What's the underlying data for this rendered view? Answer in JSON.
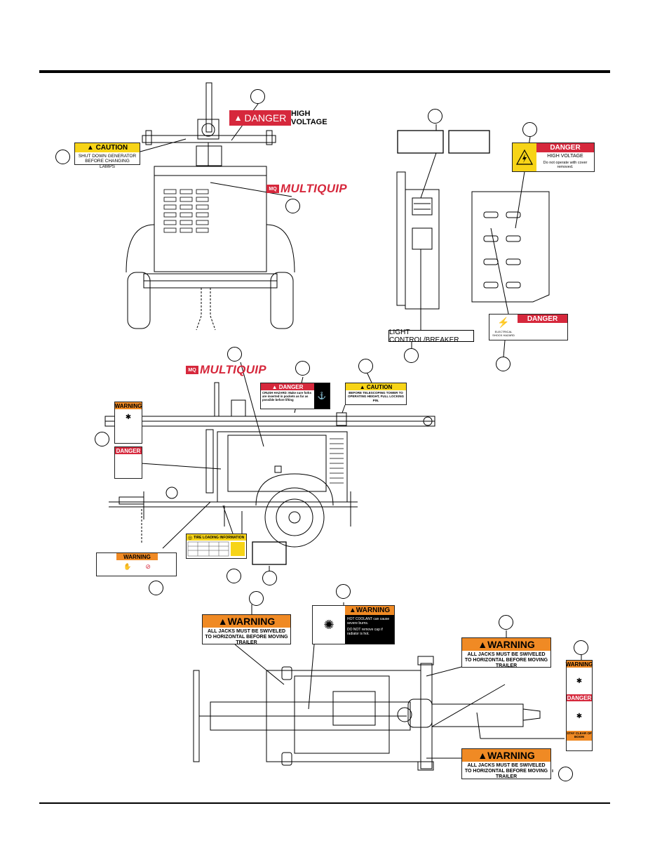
{
  "labels": {
    "danger_high_voltage_word": "DANGER",
    "danger_high_voltage_text": "HIGH VOLTAGE",
    "caution_shutdown_hdr": "CAUTION",
    "caution_shutdown_body": "SHUT DOWN GENERATOR BEFORE CHANGING LAMPS",
    "brand_mark": "MQ",
    "brand_name": "MULTIQUIP",
    "danger_cover_hdr": "DANGER",
    "danger_cover_title": "HIGH VOLTAGE",
    "danger_cover_body": "Do not operate with cover removed.",
    "light_control": "LIGHT CONTROL/BREAKER",
    "danger_shock_hdr": "DANGER",
    "danger_shock_caption": "ELECTRICAL SHOCK HAZARD",
    "danger_crush_hdr": "DANGER",
    "danger_crush_body": "CRUSH HAZARD: Make sure forks are inserted in pockets as far as possible before lifting",
    "caution_tower_hdr": "CAUTION",
    "caution_tower_body": "BEFORE TELESCOPING TOWER TO OPERATING HEIGHT, FULL LOCKING PIN.",
    "warning_small_hdr": "WARNING",
    "danger_small_hdr": "DANGER",
    "tire_loading_title": "TIRE LOADING INFORMATION",
    "warning_tongue_hdr": "WARNING",
    "warning_jacks_hdr": "WARNING",
    "warning_jacks_body": "ALL JACKS MUST BE SWIVELED TO HORIZONTAL BEFORE MOVING TRAILER",
    "warning_coolant_hdr": "WARNING",
    "warning_coolant_body_1": "HOT COOLANT can cause severe burns.",
    "warning_coolant_body_2": "DO NOT remove cap if radiator is hot.",
    "warning_boom_hdr": "WARNING",
    "danger_boom_hdr": "DANGER",
    "warning_boom_footer": "STAY CLEAR OF BOOM"
  },
  "colors": {
    "danger_red": "#d6283c",
    "caution_yellow": "#f7d417",
    "warning_orange": "#f08a24",
    "line": "#000000"
  }
}
